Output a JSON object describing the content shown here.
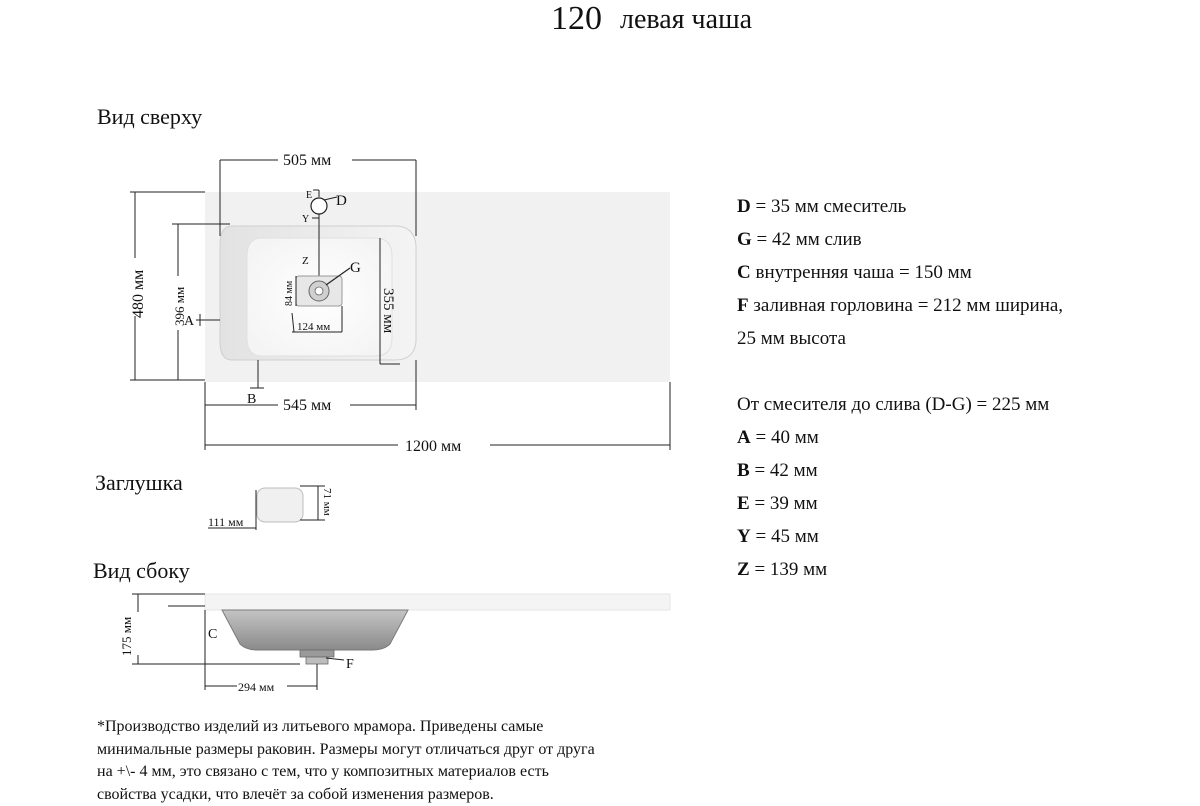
{
  "title": {
    "number": "120",
    "text": "левая чаша"
  },
  "sections": {
    "top_view": "Вид сверху",
    "plug": "Заглушка",
    "side_view": "Вид сбоку"
  },
  "top_view_labels": {
    "dim_505": "505 мм",
    "dim_480": "480 мм",
    "dim_396": "396 мм",
    "dim_355": "355 мм",
    "dim_84": "84 мм",
    "dim_124": "124 мм",
    "dim_545": "545 мм",
    "dim_1200": "1200 мм",
    "letter_a": "A",
    "letter_b": "B",
    "letter_d": "D",
    "letter_e": "E",
    "letter_y": "Y",
    "letter_z": "Z",
    "letter_g": "G"
  },
  "plug_labels": {
    "dim_111": "111 мм",
    "dim_71": "71 мм"
  },
  "side_view_labels": {
    "dim_175": "175 мм",
    "dim_294": "294 мм",
    "letter_c": "C",
    "letter_f": "F"
  },
  "specs": [
    {
      "key": "D",
      "text": " = 35 мм смеситель"
    },
    {
      "key": "G",
      "text": " = 42 мм слив"
    },
    {
      "key": "C",
      "text": " внутренняя чаша = 150 мм"
    },
    {
      "key": "F",
      "text": " заливная горловина = 212 мм ширина,"
    },
    {
      "key": "",
      "text": "25 мм высота"
    },
    {
      "key": "",
      "text": "От смесителя до слива (D-G) = 225 мм"
    },
    {
      "key": "A",
      "text": " = 40 мм"
    },
    {
      "key": "B",
      "text": " = 42 мм"
    },
    {
      "key": "E",
      "text": " = 39 мм"
    },
    {
      "key": "Y",
      "text": " = 45 мм"
    },
    {
      "key": "Z",
      "text": " = 139 мм"
    }
  ],
  "footnote": [
    "*Производство изделий из литьевого мрамора. Приведены самые",
    "минимальные размеры раковин. Размеры могут отличаться друг от друга",
    "на +\\- 4 мм, это связано с тем, что у композитных материалов есть",
    "свойства усадки, что влечёт за собой изменения размеров."
  ]
}
